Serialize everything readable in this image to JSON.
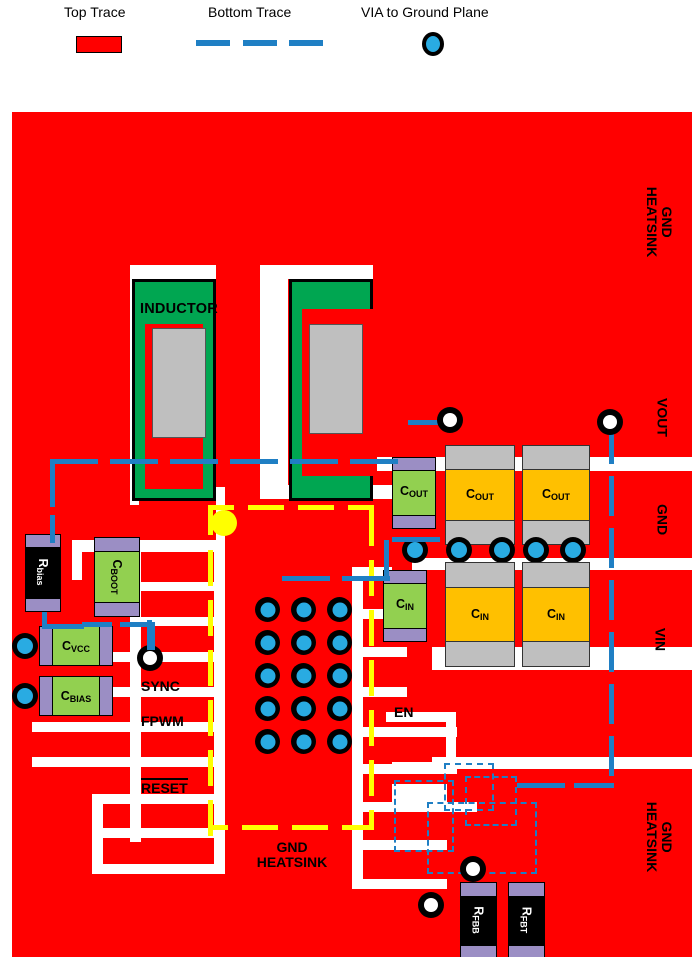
{
  "legend": {
    "items": [
      {
        "label": "Top Trace",
        "swatch": "solid-red-rect",
        "color": "#ff0000"
      },
      {
        "label": "Bottom Trace",
        "swatch": "blue-dashed-line",
        "color": "#1f7fc4"
      },
      {
        "label": "VIA to Ground Plane",
        "swatch": "blue-via-circle",
        "color": "#29abe2"
      }
    ]
  },
  "board": {
    "inductor_label": "INDUCTOR",
    "components": {
      "r_bias": {
        "name": "R",
        "sub": "bias"
      },
      "c_boot": {
        "name": "C",
        "sub": "BOOT"
      },
      "c_vcc": {
        "name": "C",
        "sub": "VCC"
      },
      "c_bias": {
        "name": "C",
        "sub": "BIAS"
      },
      "c_out_small": {
        "name": "C",
        "sub": "OUT"
      },
      "c_out_1": {
        "name": "C",
        "sub": "OUT"
      },
      "c_out_2": {
        "name": "C",
        "sub": "OUT"
      },
      "c_in_small": {
        "name": "C",
        "sub": "IN"
      },
      "c_in_1": {
        "name": "C",
        "sub": "IN"
      },
      "c_in_2": {
        "name": "C",
        "sub": "IN"
      },
      "r_fbb": {
        "name": "R",
        "sub": "FBB"
      },
      "r_fbt": {
        "name": "R",
        "sub": "FBT"
      }
    },
    "pin_labels": {
      "sync": "SYNC",
      "fpwm": "FPWM",
      "reset": "RESET",
      "en": "EN"
    },
    "center_label": {
      "line1": "GND",
      "line2": "HEATSINK"
    },
    "edge_labels": {
      "top_right": {
        "line1": "GND",
        "line2": "HEATSINK"
      },
      "vout": "VOUT",
      "gnd": "GND",
      "vin": "VIN",
      "bottom_right": {
        "line1": "GND",
        "line2": "HEATSINK"
      }
    }
  },
  "colors": {
    "copper_top": "#ff0000",
    "bottom_trace": "#1f7fc4",
    "via_fill": "#29abe2",
    "inductor_pad": "#00a651",
    "component_green": "#92d050",
    "component_orange": "#ffc000",
    "terminal_purple": "#9b8ec4",
    "terminal_gray": "#bfbfbf",
    "ic_outline": "#ffff00"
  }
}
